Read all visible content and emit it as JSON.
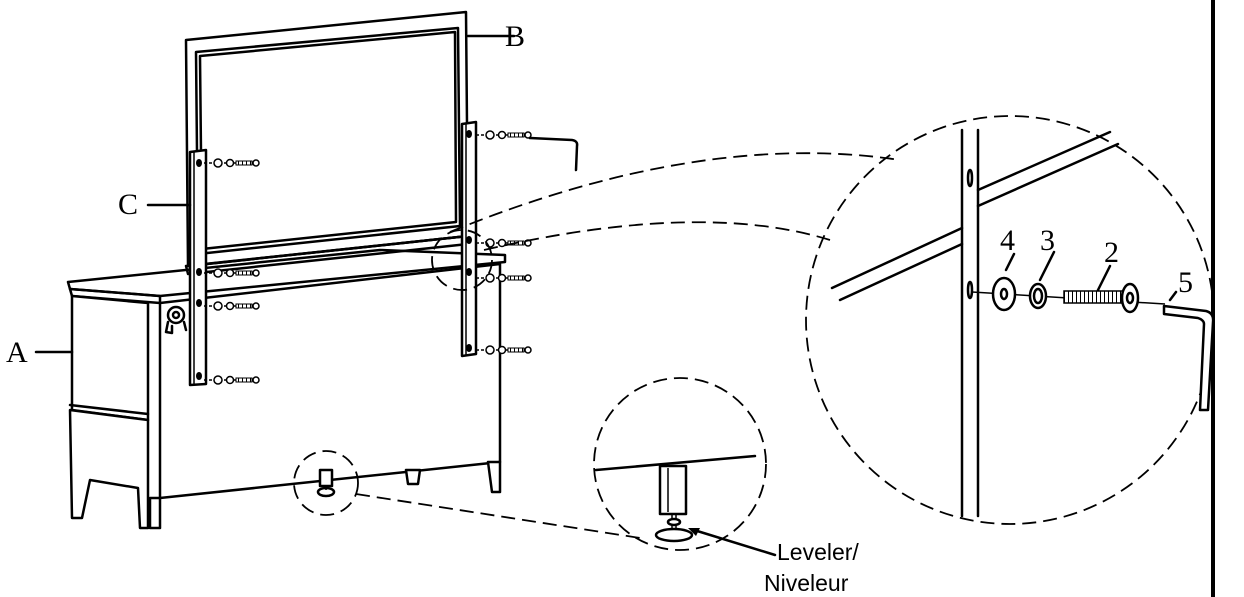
{
  "labels": {
    "dresser": "A",
    "mirror": "B",
    "support": "C",
    "part_washer": "4",
    "part_lockwasher": "3",
    "part_bolt": "2",
    "part_allen_key": "5",
    "leveler_line1": "Leveler/",
    "leveler_line2": "Niveleur"
  }
}
